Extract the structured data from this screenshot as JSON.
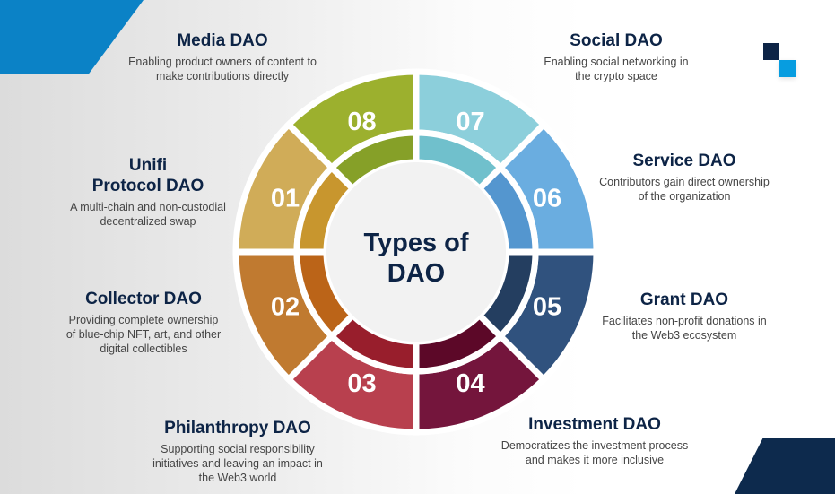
{
  "title_line1": "Types of",
  "title_line2": "DAO",
  "colors": {
    "accent_blue": "#0b82c6",
    "navy": "#0d2446"
  },
  "segments": [
    {
      "num": "01",
      "title_lines": [
        "Unifi",
        "Protocol DAO"
      ],
      "desc_lines": [
        "A multi-chain and non-custodial",
        "decentralized swap"
      ],
      "color": "#d0ac58",
      "inner": "#c8962e"
    },
    {
      "num": "02",
      "title_lines": [
        "Collector DAO"
      ],
      "desc_lines": [
        "Providing complete ownership",
        "of blue-chip NFT, art, and other",
        "digital collectibles"
      ],
      "color": "#c07a30",
      "inner": "#bb6418"
    },
    {
      "num": "03",
      "title_lines": [
        "Philanthropy DAO"
      ],
      "desc_lines": [
        "Supporting social responsibility",
        "initiatives and leaving an impact in",
        "the Web3 world"
      ],
      "color": "#b8404e",
      "inner": "#981e2c"
    },
    {
      "num": "04",
      "title_lines": [
        "Investment DAO"
      ],
      "desc_lines": [
        "Democratizes the investment process",
        "and makes it more inclusive"
      ],
      "color": "#74153c",
      "inner": "#5c0828"
    },
    {
      "num": "05",
      "title_lines": [
        "Grant DAO"
      ],
      "desc_lines": [
        "Facilitates non-profit donations in",
        "the Web3 ecosystem"
      ],
      "color": "#30527e",
      "inner": "#243e60"
    },
    {
      "num": "06",
      "title_lines": [
        "Service DAO"
      ],
      "desc_lines": [
        "Contributors gain direct ownership",
        "of the organization"
      ],
      "color": "#6aade0",
      "inner": "#5496cf"
    },
    {
      "num": "07",
      "title_lines": [
        "Social DAO"
      ],
      "desc_lines": [
        "Enabling social networking in",
        "the crypto space"
      ],
      "color": "#8ccfdb",
      "inner": "#70c0cc"
    },
    {
      "num": "08",
      "title_lines": [
        "Media DAO"
      ],
      "desc_lines": [
        "Enabling product owners of content to",
        "make contributions directly"
      ],
      "color": "#9cb02e",
      "inner": "#86a028"
    }
  ]
}
